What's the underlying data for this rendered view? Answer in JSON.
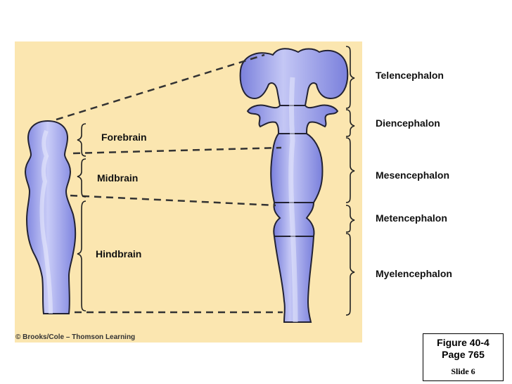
{
  "left_labels": [
    "Forebrain",
    "Midbrain",
    "Hindbrain"
  ],
  "right_labels": [
    "Telencephalon",
    "Diencephalon",
    "Mesencephalon",
    "Metencephalon",
    "Myelencephalon"
  ],
  "credit": "© Brooks/Cole – Thomson Learning",
  "figure_box": {
    "figure": "Figure 40-4",
    "page": "Page 765",
    "slide": "Slide 6"
  },
  "colors": {
    "background": "#fbe6b0",
    "tube_fill": "#9b9fe8",
    "outline": "#222233"
  }
}
